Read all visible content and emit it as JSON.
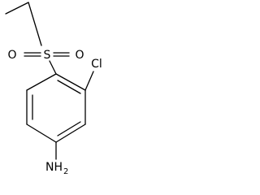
{
  "molecule": {
    "atoms": {
      "sulfur": "S",
      "oxygen_left": "O",
      "oxygen_right": "O",
      "chlorine": "Cl",
      "amine_n": "NH",
      "amine_subscript": "2"
    }
  }
}
